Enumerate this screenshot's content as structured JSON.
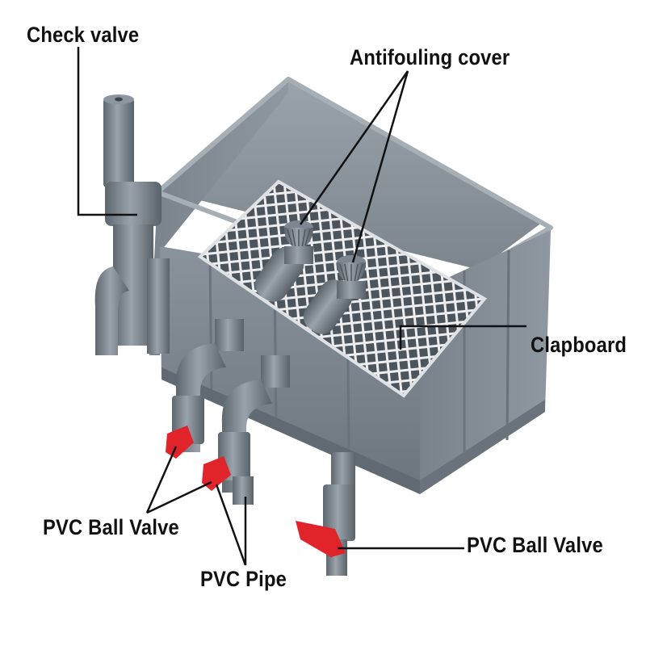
{
  "labels": {
    "check_valve": "Check valve",
    "antifouling_cover": "Antifouling cover",
    "clapboard": "Clapboard",
    "ball_valve_left": "PVC Ball Valve",
    "ball_valve_right": "PVC Ball Valve",
    "pvc_pipe": "PVC Pipe"
  },
  "colors": {
    "background": "#ffffff",
    "box_gray": "#7d8791",
    "grate_white": "#eef0f2",
    "valve_red": "#e0242a",
    "leader_line": "#111111"
  }
}
